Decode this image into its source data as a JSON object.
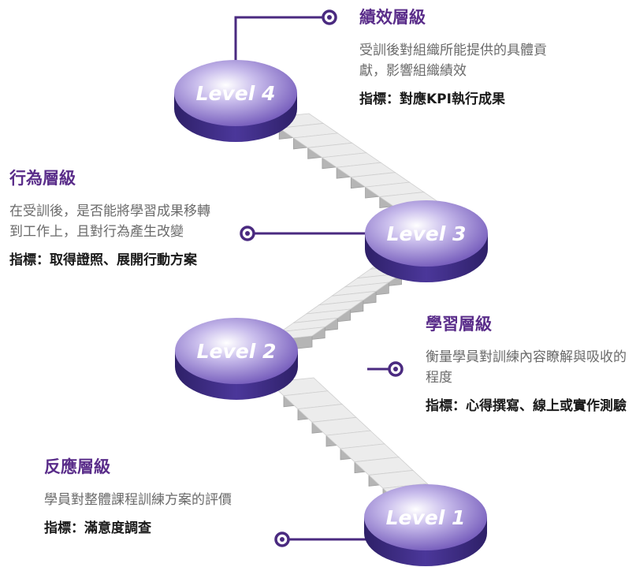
{
  "levels": [
    {
      "label": "Level 4",
      "title": "績效層級",
      "description": "受訓後對組織所能提供的具體貢獻，影響組織績效",
      "indicator": "指標：對應KPI執行成果"
    },
    {
      "label": "Level 3",
      "title": "行為層級",
      "description": "在受訓後，是否能將學習成果移轉到工作上，且對行為產生改變",
      "indicator": "指標：取得證照、展開行動方案"
    },
    {
      "label": "Level 2",
      "title": "學習層級",
      "description": "衡量學員對訓練內容瞭解與吸收的程度",
      "indicator": "指標：心得撰寫、線上或實作測驗"
    },
    {
      "label": "Level 1",
      "title": "反應層級",
      "description": "學員對整體課程訓練方案的評價",
      "indicator": "指標：滿意度調查"
    }
  ],
  "colors": {
    "disc_top": "#6a4fb5",
    "disc_side": "#3c2a80",
    "title": "#5a2d8a",
    "connector": "#4a2a80",
    "step_top": "#ececec",
    "step_front": "#b5b5b5"
  }
}
